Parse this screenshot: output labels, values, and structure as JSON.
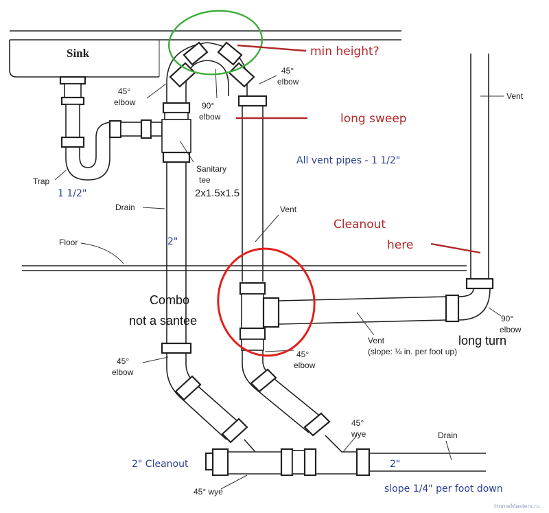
{
  "labels": {
    "sink": "Sink",
    "elbow45_left": "45°",
    "elbow45_left_b": "elbow",
    "elbow90_top": "90°",
    "elbow90_top_b": "elbow",
    "elbow45_right": "45°",
    "elbow45_right_b": "elbow",
    "sanitary_tee": "Sanitary",
    "sanitary_tee_b": "tee",
    "trap": "Trap",
    "drain_upper": "Drain",
    "floor": "Floor",
    "vent_mid": "Vent",
    "vent_right": "Vent",
    "elbow45_lower_left": "45°",
    "elbow45_lower_left_b": "elbow",
    "elbow45_lower_mid": "45°",
    "elbow45_lower_mid_b": "elbow",
    "vent_slope": "Vent",
    "vent_slope_b": "(slope: ¼ in. per foot up)",
    "elbow90_right": "90°",
    "elbow90_right_b": "elbow",
    "wye45_right": "45°",
    "wye45_right_b": "wye",
    "drain_right": "Drain",
    "wye45_bottom": "45° wye"
  },
  "annotations": {
    "min_height": "min height?",
    "long_sweep": "long sweep",
    "all_vent_pipes": "All vent pipes - 1 1/2\"",
    "cleanout_here_a": "Cleanout",
    "cleanout_here_b": "here",
    "tee_size": "2x1.5x1.5",
    "trap_size": "1 1/2\"",
    "drain_size": "2\"",
    "combo_a": "Combo",
    "combo_b": "not a santee",
    "long_turn": "long turn",
    "cleanout_2in": "2\" Cleanout",
    "drain_size_right": "2\"",
    "slope_down": "slope 1/4\" per foot down"
  },
  "watermark": "HomeMasters.ru",
  "colors": {
    "red_note": "#b0282a",
    "blue_note": "#2a3f95",
    "green_circle": "#3aae3a",
    "red_circle": "#e0201c",
    "line": "#222222"
  }
}
